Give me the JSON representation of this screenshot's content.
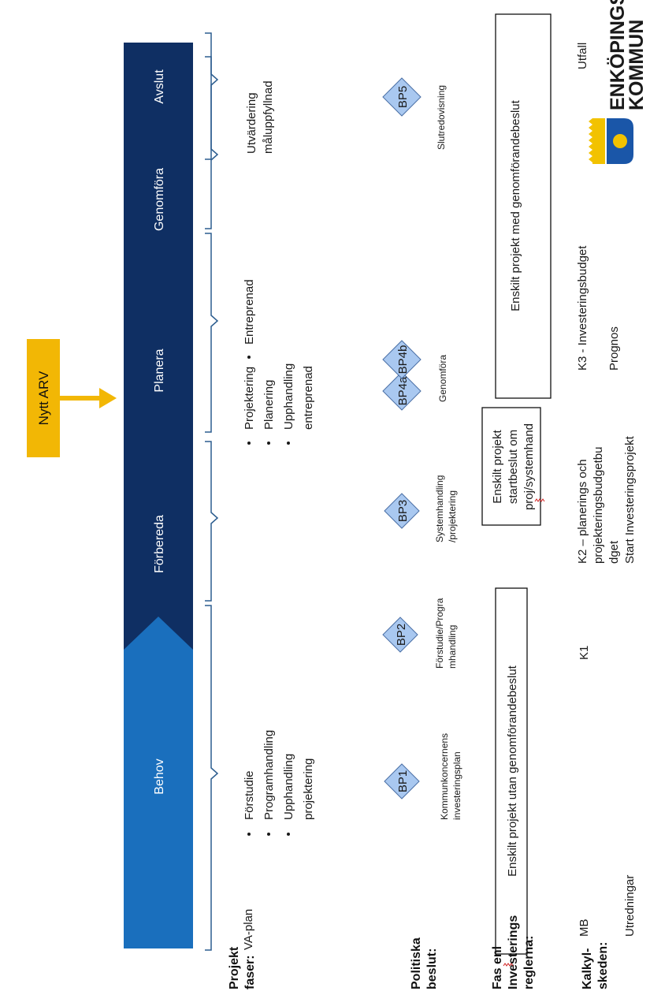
{
  "new_arv": {
    "label": "Nytt ARV",
    "color": "#f2b705"
  },
  "phases": [
    {
      "label": "Behov",
      "color": "#1a6fbd"
    },
    {
      "label": "Förbereda",
      "color": "#0f2f63"
    },
    {
      "label": "Planera",
      "color": "#0f2f63"
    },
    {
      "label": "Genomföra",
      "color": "#0f2f63"
    },
    {
      "label": "Avslut",
      "color": "#0f2f63"
    }
  ],
  "row_headers": {
    "projektfaser": [
      "Projekt",
      "faser:"
    ],
    "politiska": [
      "Politiska",
      "beslut:"
    ],
    "fas_enl": [
      "Fas enl",
      "Investerings",
      "reglerna:"
    ],
    "kalkyl": [
      "Kalkyl-",
      "skeden:"
    ]
  },
  "phase_descriptions": {
    "behov": "VA-plan",
    "forbereda": [
      "Förstudie",
      "Programhandling",
      "Upphandling",
      "projektering"
    ],
    "planera": [
      "Projektering",
      "Planering",
      "Upphandling",
      "entreprenad"
    ],
    "genomfora": [
      "Entreprenad"
    ],
    "avslut": [
      "Utvärdering",
      "måluppfyllnad"
    ]
  },
  "decision_points": [
    {
      "label": "BP1",
      "caption": [
        "Kommunkoncernens",
        "investeringsplan"
      ]
    },
    {
      "label": "BP2",
      "caption": [
        "Förstudie/Progra",
        "mhandling"
      ]
    },
    {
      "label": "BP3",
      "caption": [
        "Systemhandling",
        "/projektering"
      ]
    },
    {
      "label": "BP4a",
      "caption": [
        "Genomföra"
      ]
    },
    {
      "label": "BP4b",
      "caption": []
    },
    {
      "label": "BP5",
      "caption": [
        "Slutredovisning"
      ]
    }
  ],
  "investment_boxes": {
    "without": "Enskilt projekt utan genomförandebeslut",
    "start": [
      "Enskilt projekt",
      "startbeslut om",
      "proj/systemhand"
    ],
    "with": "Enskilt projekt med genomförandebeslut"
  },
  "calc_stages": {
    "mb": "MB",
    "utredningar": "Utredningar",
    "k1": "K1",
    "k2": [
      "K2 – planerings och",
      "projekteringsbudgetbu",
      "dget"
    ],
    "start_inv": "Start Investeringsprojekt",
    "k3": "K3 - Investeringsbudget",
    "prognos": "Prognos",
    "utfall": "Utfall"
  },
  "logo": {
    "line1": "ENKÖPINGS",
    "line2": "KOMMUN",
    "shield_color": "#1a56a8",
    "crown_color": "#f2c200"
  }
}
